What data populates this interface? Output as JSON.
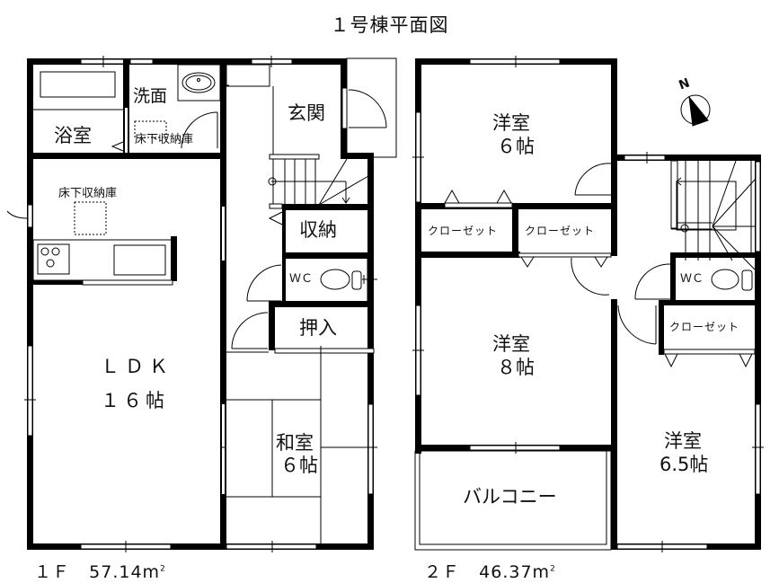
{
  "title": "１号棟平面図",
  "floor1": {
    "label": "１Ｆ",
    "area": "57.14",
    "area_unit": "m",
    "area_sup": "2",
    "rooms": {
      "bath": "浴室",
      "washroom": "洗面",
      "underfloor_storage_wash": "床下収納庫",
      "entrance": "玄関",
      "underfloor_storage_ldk": "床下収納庫",
      "storage": "収納",
      "wc": "ＷＣ",
      "oshiire": "押入",
      "ldk_name": "ＬＤＫ",
      "ldk_size": "１６帖",
      "washitsu_name": "和室",
      "washitsu_size": "６帖"
    }
  },
  "floor2": {
    "label": "２Ｆ",
    "area": "46.37",
    "area_unit": "m",
    "area_sup": "2",
    "rooms": {
      "youshitsu_a_name": "洋室",
      "youshitsu_a_size": "６帖",
      "closet_1": "クローゼット",
      "closet_2": "クローゼット",
      "youshitsu_b_name": "洋室",
      "youshitsu_b_size": "８帖",
      "wc": "ＷＣ",
      "closet_3": "クローゼット",
      "youshitsu_c_name": "洋室",
      "youshitsu_c_size": "6.5帖",
      "balcony": "バルコニー"
    }
  },
  "compass": {
    "label": "N"
  },
  "colors": {
    "wall": "#000000",
    "background": "#ffffff",
    "line": "#000000"
  }
}
